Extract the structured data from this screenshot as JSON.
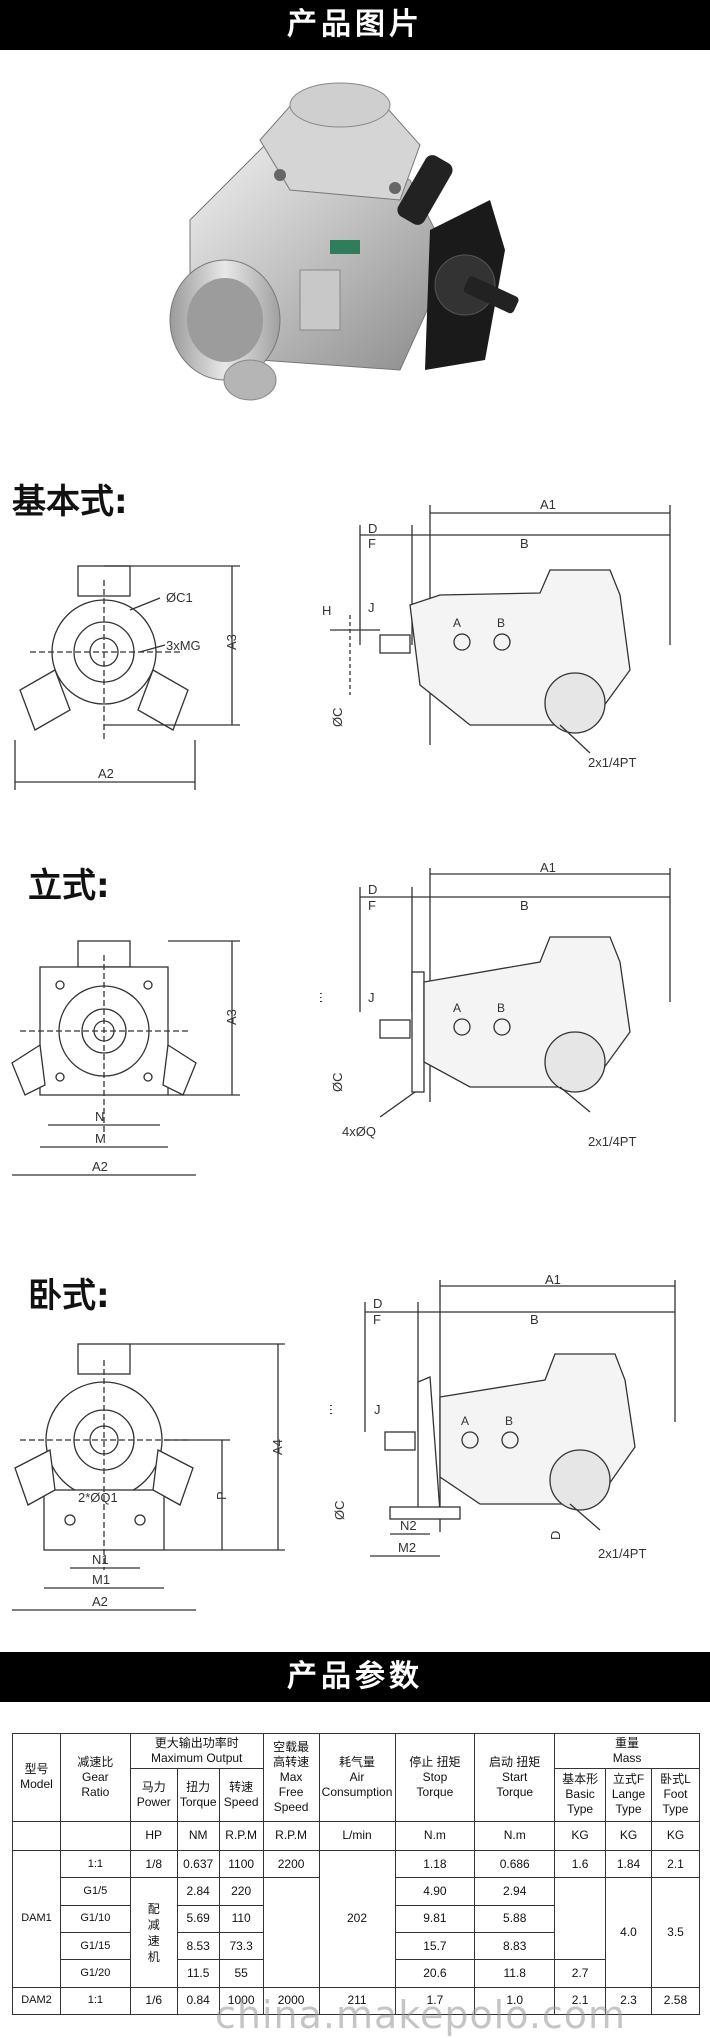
{
  "banner_photo": "产品图片",
  "banner_params": "产品参数",
  "sections": {
    "basic": "基本式:",
    "vertical": "立式:",
    "horizontal": "卧式:"
  },
  "labels": {
    "A1": "A1",
    "A2": "A2",
    "A3": "A3",
    "A4": "A4",
    "B": "B",
    "D": "D",
    "E": "E",
    "F": "F",
    "H": "H",
    "J": "J",
    "P": "P",
    "N": "N",
    "M": "M",
    "N1": "N1",
    "M1": "M1",
    "N2": "N2",
    "M2": "M2",
    "A": "A",
    "Bport": "B",
    "C1": "ØC1",
    "MG": "3xMG",
    "C": "ØC",
    "Q": "4xØQ",
    "Q1": "2*ØQ1",
    "PT": "2x1/4PT"
  },
  "table": {
    "h_model_cn": "型号",
    "h_model_en": "Model",
    "h_ratio_cn": "减速比",
    "h_ratio_en1": "Gear",
    "h_ratio_en2": "Ratio",
    "h_max_cn": "更大输出功率时",
    "h_max_en": "Maximum Output",
    "h_power_cn": "马力",
    "h_power_en": "Power",
    "h_torque_cn": "扭力",
    "h_torque_en": "Torque",
    "h_speed_cn": "转速",
    "h_speed_en": "Speed",
    "h_free_cn1": "空载最",
    "h_free_cn2": "高转速",
    "h_free_en1": "Max",
    "h_free_en2": "Free",
    "h_free_en3": "Speed",
    "h_air_cn": "耗气量",
    "h_air_en1": "Air",
    "h_air_en2": "Consumption",
    "h_stop_cn": "停止 扭矩",
    "h_stop_en1": "Stop",
    "h_stop_en2": "Torque",
    "h_start_cn": "启动 扭矩",
    "h_start_en1": "Start",
    "h_start_en2": "Torque",
    "h_mass_cn": "重量",
    "h_mass_en": "Mass",
    "h_basic_cn": "基本形",
    "h_basic_en1": "Basic",
    "h_basic_en2": "Type",
    "h_lange_cn": "立式F",
    "h_lange_en1": "Lange",
    "h_lange_en2": "Type",
    "h_foot_cn": "卧式L",
    "h_foot_en1": "Foot",
    "h_foot_en2": "Type",
    "u_hp": "HP",
    "u_nm": "NM",
    "u_rpm": "R.P.M",
    "u_rpm2": "R.P.M",
    "u_lmin": "L/min",
    "u_nm2": "N.m",
    "u_nm3": "N.m",
    "u_kg1": "KG",
    "u_kg2": "KG",
    "u_kg3": "KG",
    "dam1": "DAM1",
    "dam2": "DAM2",
    "note_reducer": "配减速机",
    "free_dam1": "2200",
    "air_dam1": "202",
    "basic_dam1_a": "1.6",
    "basic_dam1_b": "2.7",
    "lange_dam1_a": "1.84",
    "lange_dam1_b": "4.0",
    "foot_dam1_a": "2.1",
    "foot_dam1_b": "3.5",
    "rows1": [
      {
        "ratio": "1:1",
        "power": "1/8",
        "torque": "0.637",
        "speed": "1100",
        "stop": "1.18",
        "start": "0.686"
      },
      {
        "ratio": "G1/5",
        "power": "",
        "torque": "2.84",
        "speed": "220",
        "stop": "4.90",
        "start": "2.94"
      },
      {
        "ratio": "G1/10",
        "power": "",
        "torque": "5.69",
        "speed": "110",
        "stop": "9.81",
        "start": "5.88"
      },
      {
        "ratio": "G1/15",
        "power": "",
        "torque": "8.53",
        "speed": "73.3",
        "stop": "15.7",
        "start": "8.83"
      },
      {
        "ratio": "G1/20",
        "power": "",
        "torque": "11.5",
        "speed": "55",
        "stop": "20.6",
        "start": "11.8"
      }
    ],
    "row2": {
      "ratio": "1:1",
      "power": "1/6",
      "torque": "0.84",
      "speed": "1000",
      "free": "2000",
      "air": "211",
      "stop": "1.7",
      "start": "1.0",
      "basic": "2.1",
      "lange": "2.3",
      "foot": "2.58"
    }
  },
  "watermark": "china.makepolo.com"
}
